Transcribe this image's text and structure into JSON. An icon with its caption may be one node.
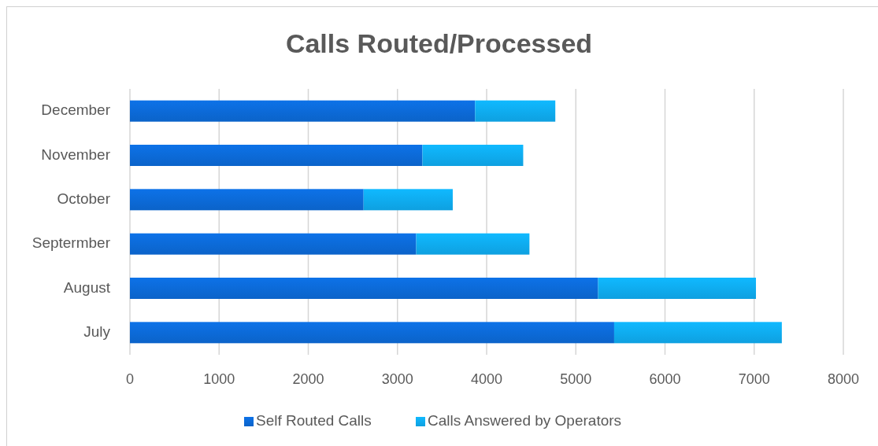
{
  "diagram": {
    "chart_data": {
      "type": "bar",
      "orientation": "horizontal",
      "stacked": true,
      "title": "Calls Routed/Processed",
      "categories": [
        "December",
        "November",
        "October",
        "Septermber",
        "August",
        "July"
      ],
      "series": [
        {
          "name": "Self Routed Calls",
          "color": "#0b63c9",
          "values": [
            3870,
            3280,
            2620,
            3210,
            5250,
            5430
          ]
        },
        {
          "name": "Calls Answered by Operators",
          "color": "#0ea0e0",
          "values": [
            900,
            1130,
            1000,
            1270,
            1770,
            1880
          ]
        }
      ],
      "xlim": [
        0,
        8000
      ],
      "xticks": [
        0,
        1000,
        2000,
        3000,
        4000,
        5000,
        6000,
        7000,
        8000
      ],
      "grid": true,
      "legend": "bottom"
    }
  }
}
